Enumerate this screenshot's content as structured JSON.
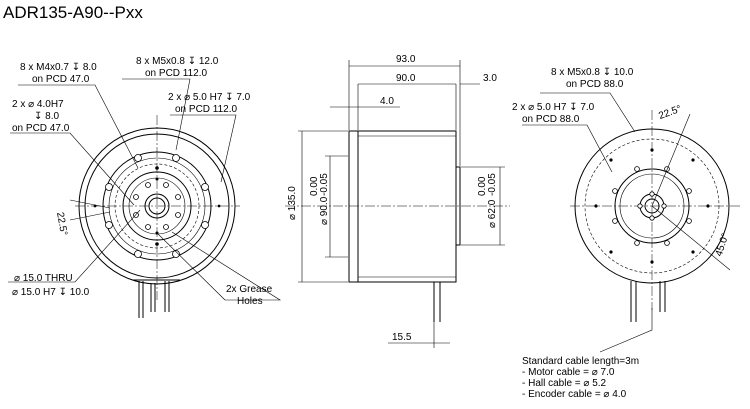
{
  "title": "ADR135-A90--Pxx",
  "front_view": {
    "callout_m4": [
      "8 x M4x0.7 ↧ 8.0",
      "on PCD 47.0"
    ],
    "callout_m5": [
      "8 x M5x0.8 ↧ 12.0",
      "on PCD 112.0"
    ],
    "callout_pin_left": [
      "2 x ⌀ 4.0H7",
      "↧ 8.0",
      "on PCD 47.0"
    ],
    "callout_pin_right": [
      "2 x ⌀ 5.0 H7 ↧ 7.0",
      "on PCD 112.0"
    ],
    "angle": "22.5°",
    "thru_hole": [
      "⌀ 15.0 THRU",
      "⌀ 15.0 H7 ↧ 10.0"
    ],
    "grease": [
      "2x Grease",
      "Holes"
    ]
  },
  "side_view": {
    "dim_93": "93.0",
    "dim_90": "90.0",
    "dim_3": "3.0",
    "dim_4": "4.0",
    "dim_dia135": "⌀ 135.0",
    "dim_dia90": "⌀ 90.0",
    "tol_dia90": [
      "0.00",
      "-0.05"
    ],
    "dim_dia62": "⌀ 62.0",
    "tol_dia62": [
      "0.00",
      "-0.05"
    ],
    "dim_15_5": "15.5"
  },
  "rear_view": {
    "callout_m5": [
      "8 x M5x0.8 ↧ 10.0",
      "on PCD 88.0"
    ],
    "callout_pin": [
      "2 x ⌀ 5.0 H7 ↧ 7.0",
      "on PCD 88.0"
    ],
    "angle_a": "22.5°",
    "angle_b": "45.0°"
  },
  "cable_note": [
    "Standard cable length=3m",
    "- Motor cable = ⌀ 7.0",
    "- Hall cable = ⌀ 5.2",
    "- Encoder cable = ⌀ 4.0"
  ]
}
